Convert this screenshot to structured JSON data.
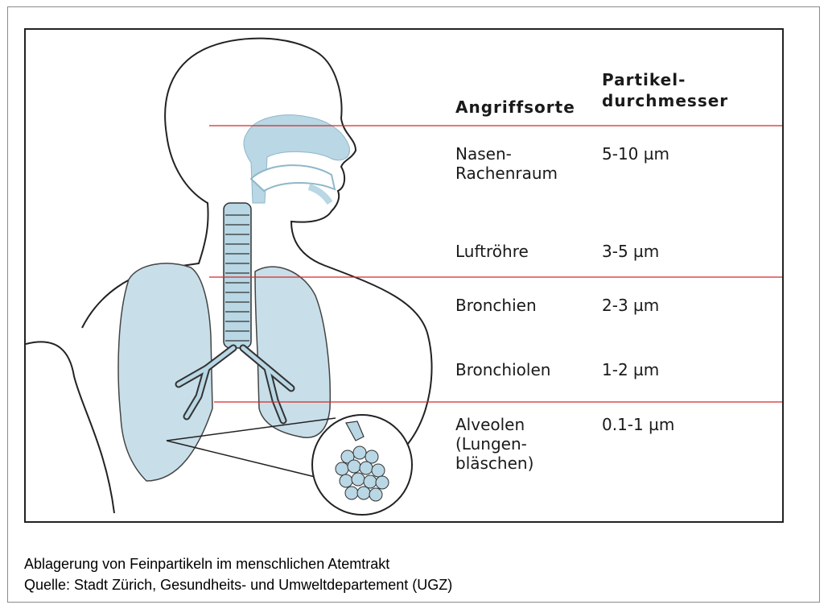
{
  "table": {
    "header_site": "Angriffsorte",
    "header_diameter": "Partikel-\ndurchmesser",
    "rows": [
      {
        "site": "Nasen-\nRachenraum",
        "diameter": "5-10 µm"
      },
      {
        "site": "Luftröhre",
        "diameter": "3-5 µm"
      },
      {
        "site": "Bronchien",
        "diameter": "2-3 µm"
      },
      {
        "site": "Bronchiolen",
        "diameter": "1-2 µm"
      },
      {
        "site": "Alveolen\n(Lungen-\nbläschen)",
        "diameter": "0.1-1 µm"
      }
    ]
  },
  "caption": {
    "line1": "Ablagerung von Feinpartikeln im menschlichen Atemtrakt",
    "line2": "Quelle: Stadt Zürich, Gesundheits- und Umweltdepartement (UGZ)"
  },
  "colors": {
    "airway_fill": "#b9d7e4",
    "divider_red": "#d62828",
    "outline": "#222222"
  }
}
